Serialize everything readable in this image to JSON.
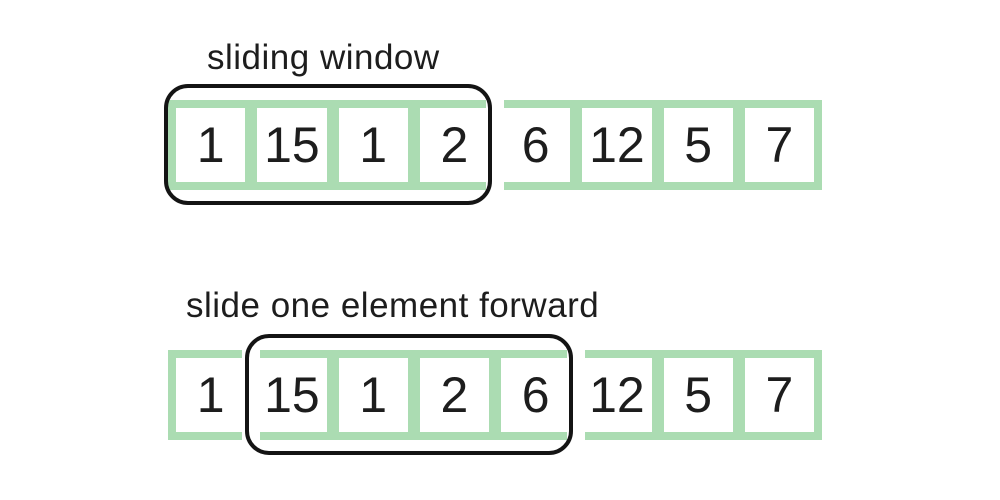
{
  "steps": [
    {
      "label": "sliding window",
      "values": [
        "1",
        "15",
        "1",
        "2",
        "6",
        "12",
        "5",
        "7"
      ],
      "window_start": 0,
      "window_end": 3
    },
    {
      "label": "slide one element forward",
      "values": [
        "1",
        "15",
        "1",
        "2",
        "6",
        "12",
        "5",
        "7"
      ],
      "window_start": 1,
      "window_end": 4
    }
  ],
  "colors": {
    "background": "#ffffff",
    "array_green": "#abdcb2",
    "cell_background": "#ffffff",
    "window_stroke": "#141414",
    "number_text": "#1d1d1d",
    "label_text": "#1d1d1d"
  }
}
